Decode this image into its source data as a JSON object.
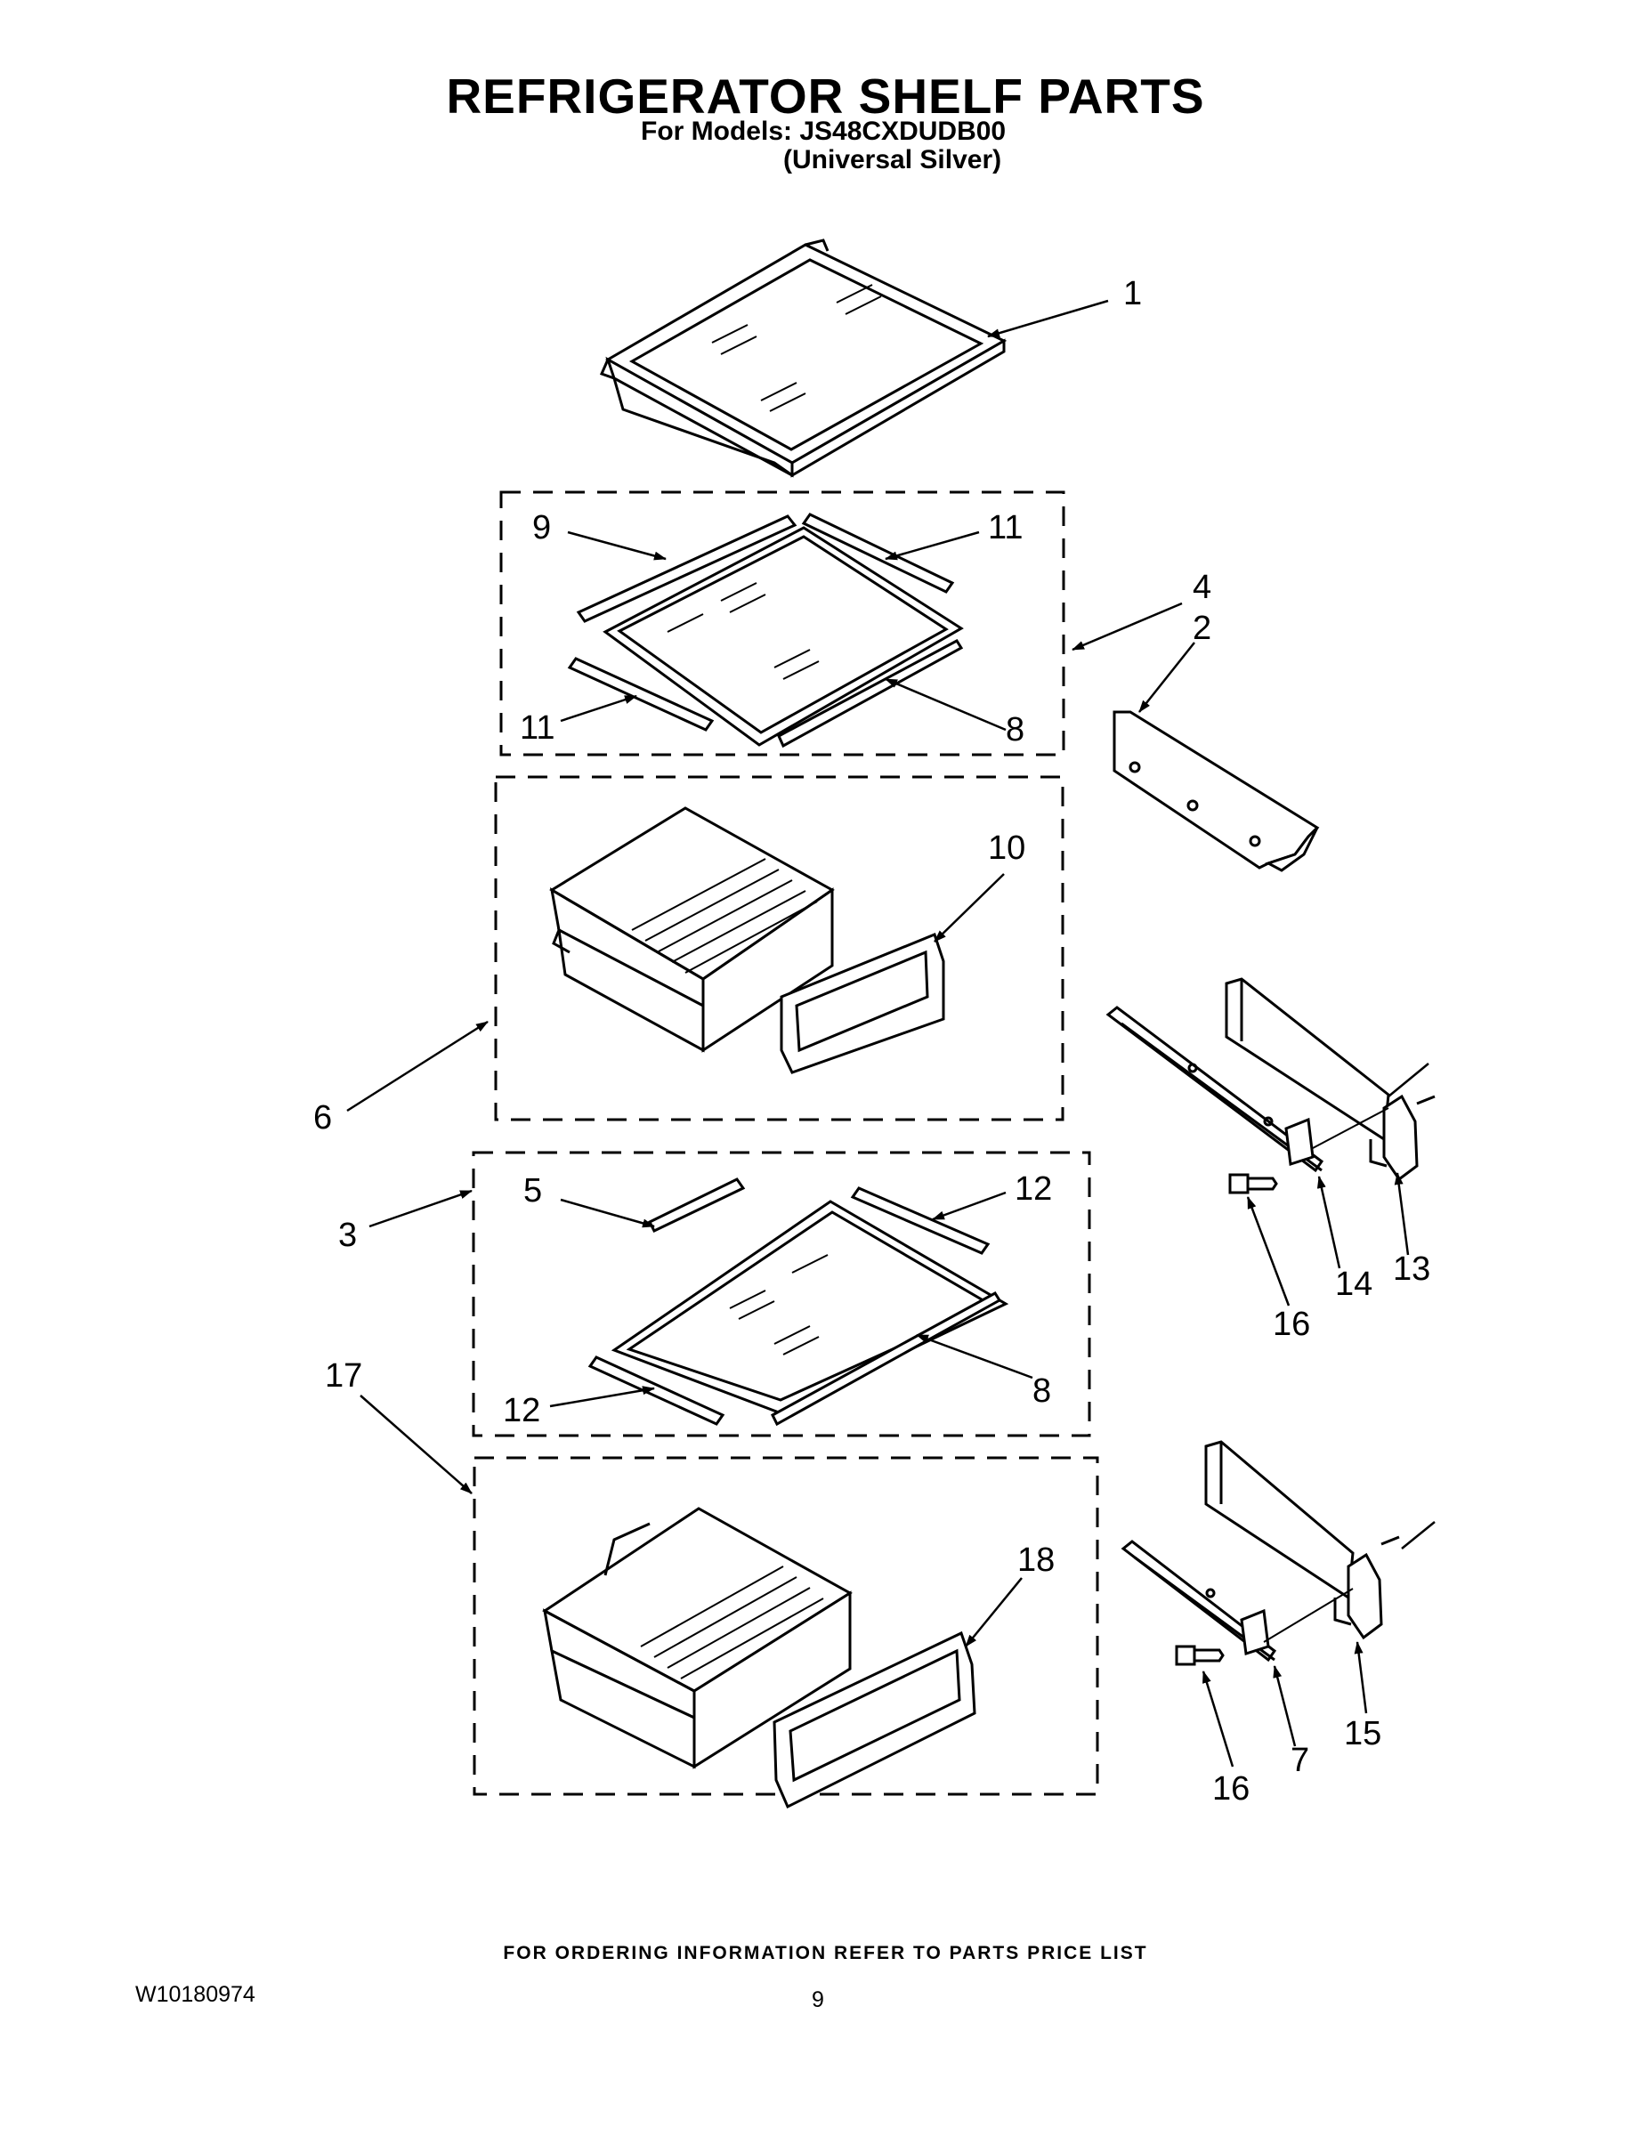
{
  "header": {
    "title": "REFRIGERATOR SHELF PARTS",
    "models_line": "For Models: JS48CXDUDB00",
    "variant_line": "(Universal Silver)"
  },
  "footer": {
    "ordering_note": "FOR ORDERING INFORMATION REFER TO PARTS PRICE LIST",
    "document_id": "W10180974",
    "page_number": "9"
  },
  "callouts": {
    "c1": "1",
    "c2": "2",
    "c3": "3",
    "c4": "4",
    "c5": "5",
    "c6": "6",
    "c7": "7",
    "c8a": "8",
    "c8b": "8",
    "c9": "9",
    "c10": "10",
    "c11a": "11",
    "c11b": "11",
    "c12a": "12",
    "c12b": "12",
    "c13": "13",
    "c14": "14",
    "c15": "15",
    "c16a": "16",
    "c16b": "16",
    "c17": "17",
    "c18": "18"
  }
}
